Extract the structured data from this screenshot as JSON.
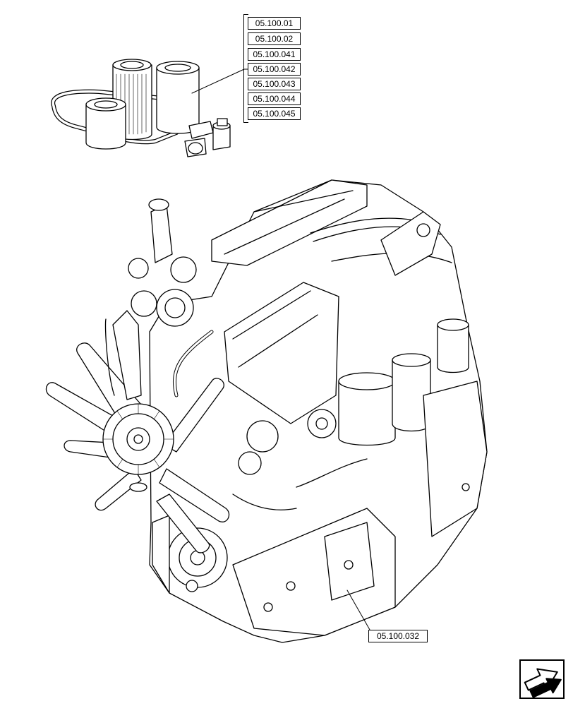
{
  "kit_refs": [
    "05.100.01",
    "05.100.02",
    "05.100.041",
    "05.100.042",
    "05.100.043",
    "05.100.044",
    "05.100.045"
  ],
  "engine_ref": "05.100.032",
  "icons": {
    "nav": "next-page-arrow-icon"
  }
}
